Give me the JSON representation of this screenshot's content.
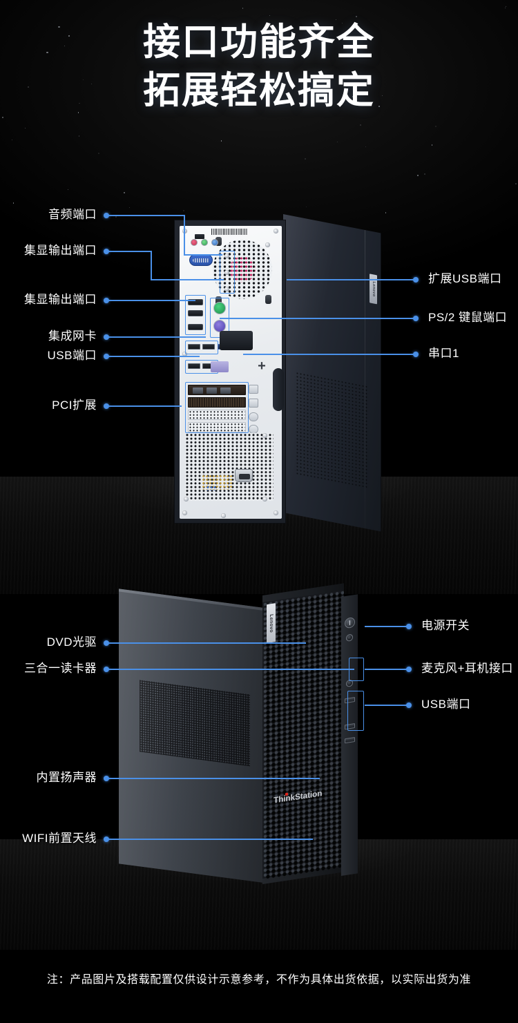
{
  "headline": {
    "line1": "接口功能齐全",
    "line2": "拓展轻松搞定"
  },
  "colors": {
    "accent": "#4a90e8",
    "background": "#000000",
    "text": "#ffffff",
    "brand_red": "#e2231a"
  },
  "section_rear": {
    "labels_left": [
      {
        "text": "音频端口"
      },
      {
        "text": "集显输出端口"
      },
      {
        "text": "集显输出端口"
      },
      {
        "text": "集成网卡"
      },
      {
        "text": "USB端口"
      },
      {
        "text": "PCI扩展"
      }
    ],
    "labels_right": [
      {
        "text": "扩展USB端口"
      },
      {
        "text": "PS/2 键鼠端口"
      },
      {
        "text": "串口1"
      }
    ],
    "brand_badge": "Lenovo"
  },
  "section_front": {
    "labels_left": [
      {
        "text": "DVD光驱"
      },
      {
        "text": "三合一读卡器"
      },
      {
        "text": "内置扬声器"
      },
      {
        "text": "WIFI前置天线"
      }
    ],
    "labels_right": [
      {
        "text": "电源开关"
      },
      {
        "text": "麦克风+耳机接口"
      },
      {
        "text": "USB端口"
      }
    ],
    "brand_badge": "Lenovo",
    "product_logo": "ThinkStation"
  },
  "footer": {
    "note": "注：产品图片及搭载配置仅供设计示意参考，不作为具体出货依据，以实际出货为准"
  }
}
